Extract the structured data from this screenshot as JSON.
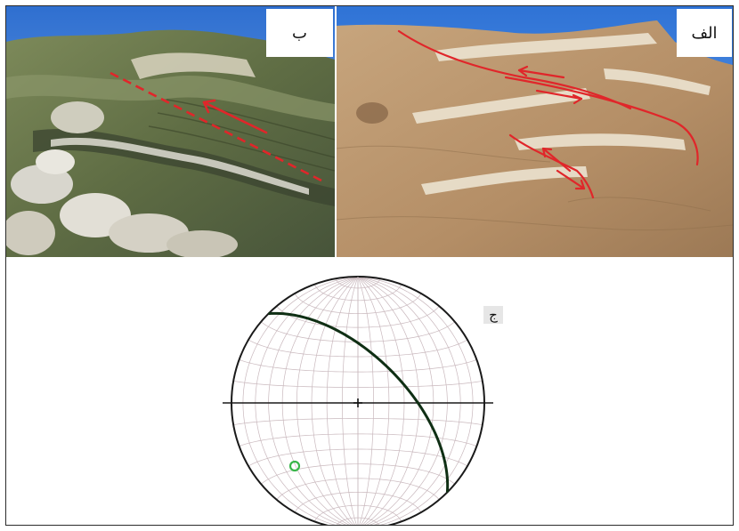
{
  "panels": {
    "b": {
      "label": "ب"
    },
    "alef": {
      "label": "الف"
    },
    "jim": {
      "label": "ج"
    }
  },
  "colors": {
    "fault_line": "#e0262a",
    "great_circle": "#0f2f14",
    "pole_marker": "#39b54a",
    "net_grid": "#c9b8bd",
    "sky": "#4d8fe0"
  },
  "stereonet": {
    "projection": "equal-area",
    "grid_interval_deg": 10,
    "plane": {
      "dip_direction_deg": 45,
      "dip_deg": 60
    },
    "pole": {
      "trend_deg": 225,
      "plunge_deg": 30
    }
  },
  "icons": [
    "fault-arrow-icon",
    "center-cross-icon"
  ]
}
